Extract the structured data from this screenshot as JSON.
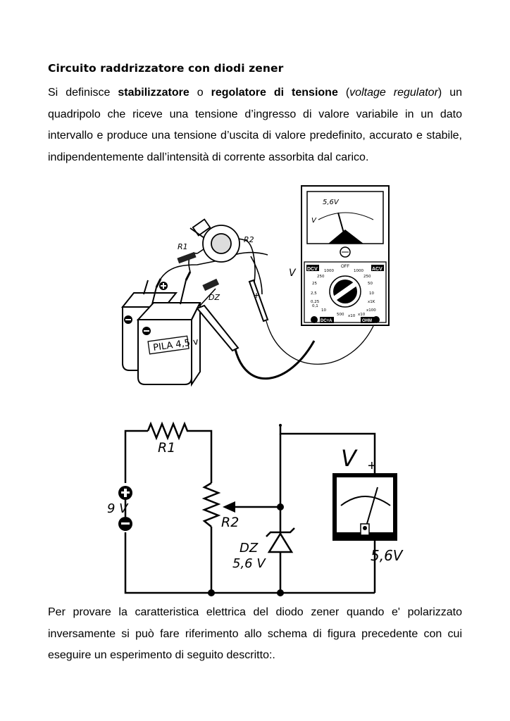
{
  "heading": "Circuito raddrizzatore con diodi zener",
  "intro": {
    "before": "Si definisce ",
    "term1": "stabilizzatore",
    "mid1": " o ",
    "term2": "regolatore di tensione",
    "mid2": " (",
    "term3": "voltage regulator",
    "after": ") un quadripolo che riceve una tensione d’ingresso di valore variabile in un dato intervallo e produce una tensione d’uscita di valore predefinito, accurato e stabile, indipendentemente dall’intensità di corrente assorbita dal carico."
  },
  "figure_top": {
    "meter_reading": "5,6V",
    "meter_v_label": "V",
    "side_v_label": "V",
    "r1_label": "R1",
    "r2_label": "R2",
    "dz_label": "DZ",
    "plus_label": "+",
    "battery_label": "PILA 4,5 v",
    "dcv_label": "DCV",
    "acv_label": "ACV",
    "dca_label": "DC=A",
    "ohm_label": "OHM",
    "off_label": "OFF",
    "scale_left": [
      "1000",
      "250",
      "25",
      "2,5",
      "0,25",
      "0,1"
    ],
    "scale_right": [
      "1000",
      "250",
      "50",
      "10",
      "x1K",
      "x100",
      "x10"
    ],
    "scale_bottom": [
      "10",
      "500",
      "x10"
    ]
  },
  "figure_bottom": {
    "r1_label": "R1",
    "r2_label": "R2",
    "battery_label": "9 V",
    "dz_label": "DZ",
    "dz_value": "5,6 V",
    "meter_label": "V",
    "meter_plus": "+",
    "meter_value": "5,6V"
  },
  "outro": "Per provare la caratteristica elettrica del diodo zener quando e' polarizzato inversamente si può fare riferimento allo schema di figura precedente con cui eseguire un esperimento di seguito descritto:."
}
